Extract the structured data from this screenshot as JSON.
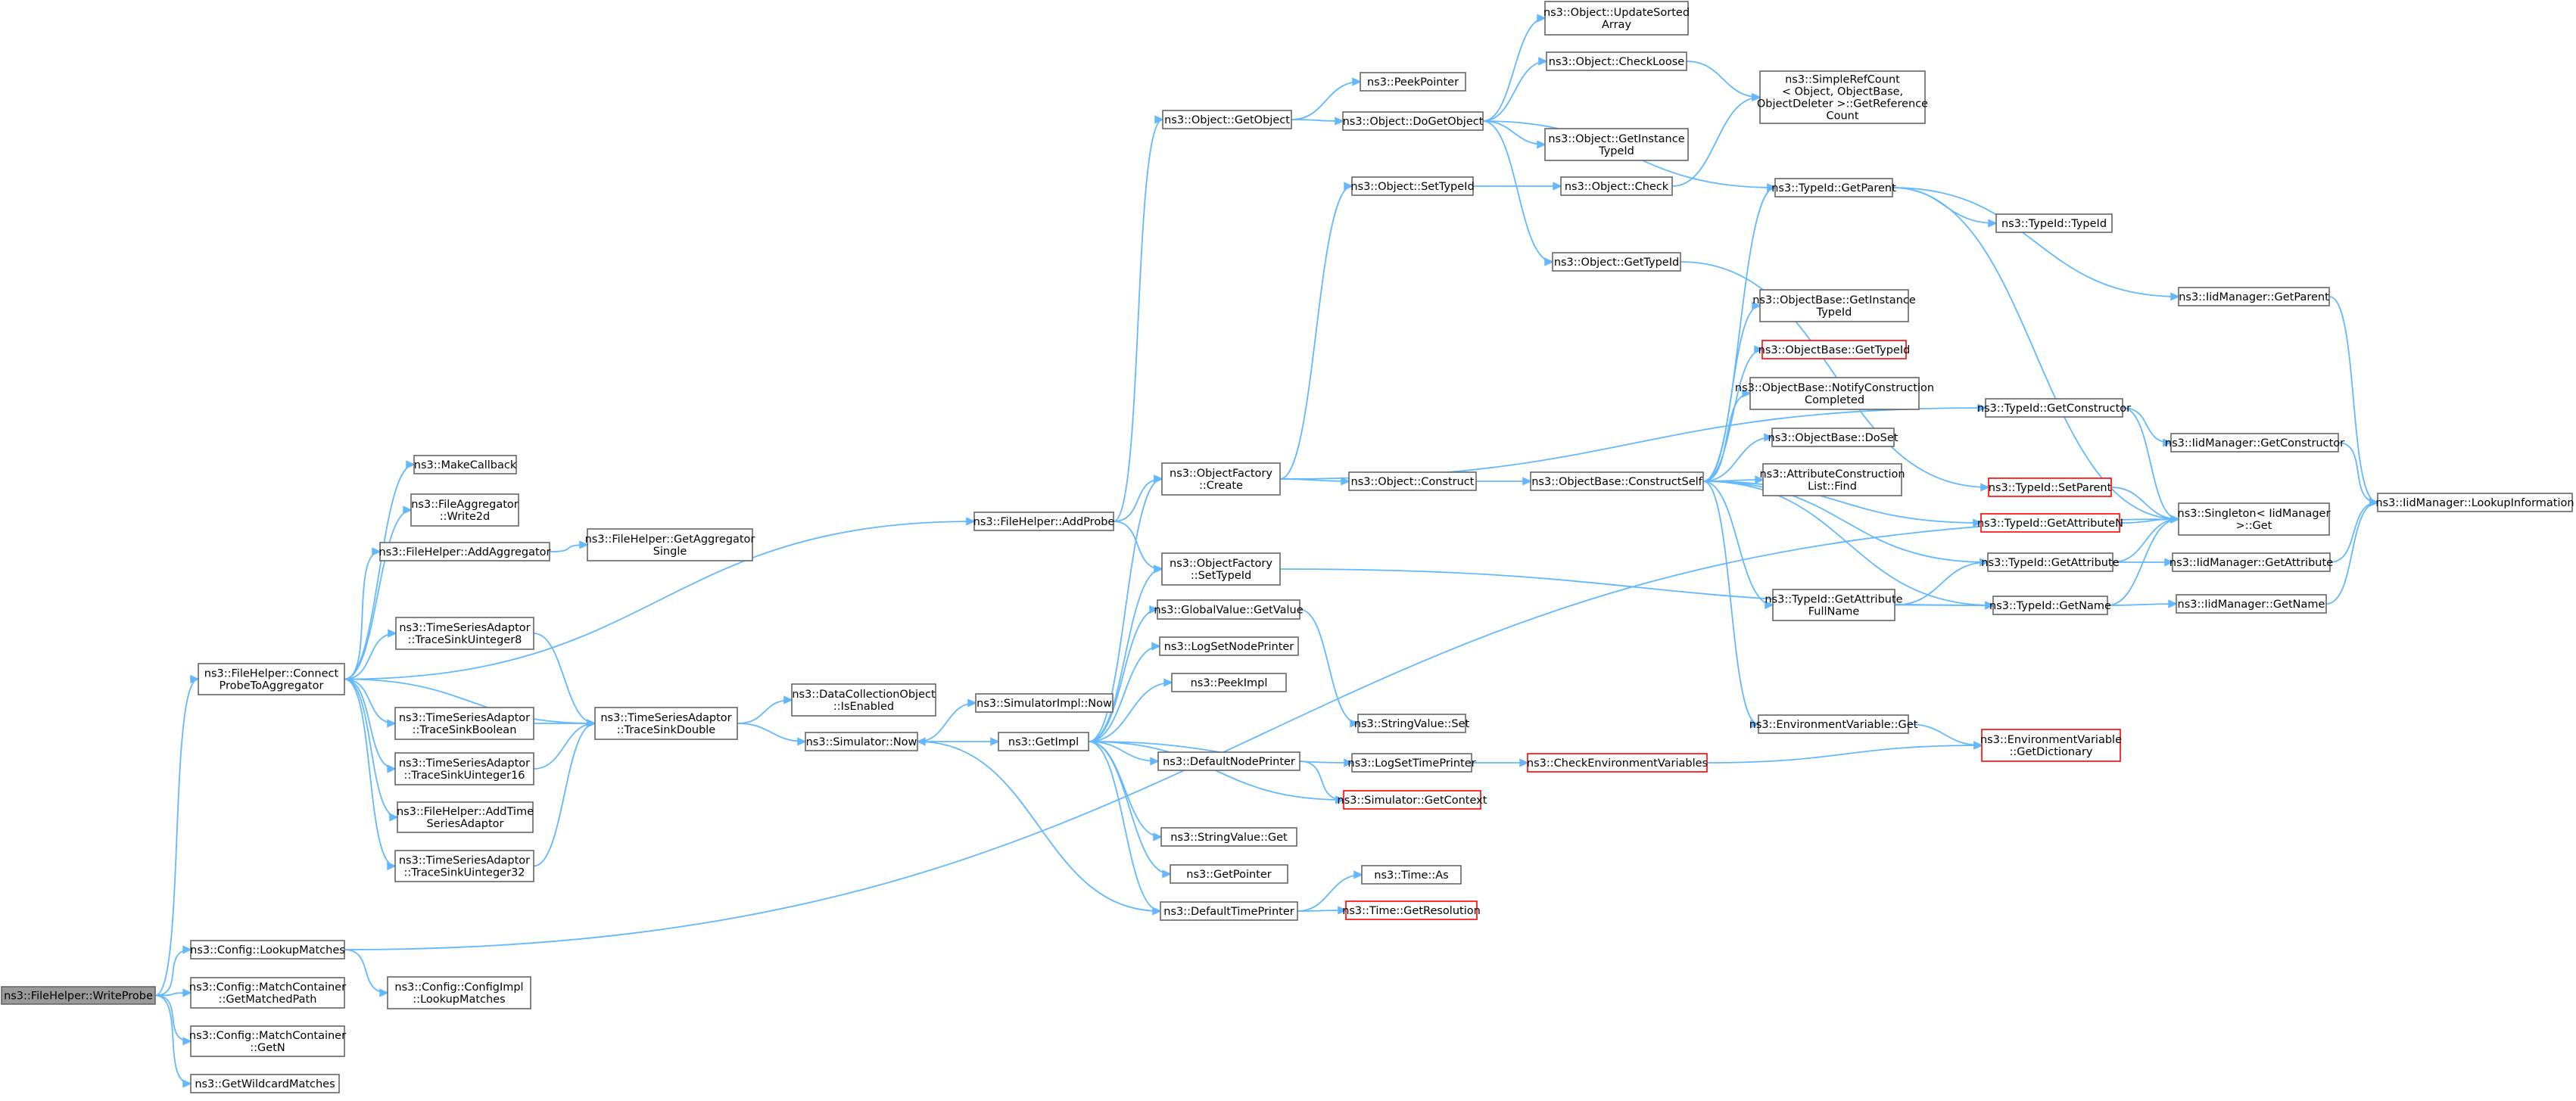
{
  "graph": {
    "edge_color": "#63b8ff",
    "node_border_color": "#666666",
    "external_border_color": "#ff0000",
    "root_fill_color": "#999999",
    "nodes": [
      {
        "id": "root",
        "lines": [
          "ns3::FileHelper::WriteProbe"
        ],
        "kind": "root"
      },
      {
        "id": "connectProbe",
        "lines": [
          "ns3::FileHelper::Connect",
          "ProbeToAggregator"
        ]
      },
      {
        "id": "lookupMatches",
        "lines": [
          "ns3::Config::LookupMatches"
        ]
      },
      {
        "id": "getMatchedPath",
        "lines": [
          "ns3::Config::MatchContainer",
          "::GetMatchedPath"
        ]
      },
      {
        "id": "getN",
        "lines": [
          "ns3::Config::MatchContainer",
          "::GetN"
        ]
      },
      {
        "id": "getWildcard",
        "lines": [
          "ns3::GetWildcardMatches"
        ]
      },
      {
        "id": "configImplLookup",
        "lines": [
          "ns3::Config::ConfigImpl",
          "::LookupMatches"
        ]
      },
      {
        "id": "makeCallback",
        "lines": [
          "ns3::MakeCallback"
        ]
      },
      {
        "id": "write2d",
        "lines": [
          "ns3::FileAggregator",
          "::Write2d"
        ]
      },
      {
        "id": "addAggregator",
        "lines": [
          "ns3::FileHelper::AddAggregator"
        ]
      },
      {
        "id": "getAggSingle",
        "lines": [
          "ns3::FileHelper::GetAggregator",
          "Single"
        ]
      },
      {
        "id": "traceU8",
        "lines": [
          "ns3::TimeSeriesAdaptor",
          "::TraceSinkUinteger8"
        ]
      },
      {
        "id": "traceBool",
        "lines": [
          "ns3::TimeSeriesAdaptor",
          "::TraceSinkBoolean"
        ]
      },
      {
        "id": "traceU16",
        "lines": [
          "ns3::TimeSeriesAdaptor",
          "::TraceSinkUinteger16"
        ]
      },
      {
        "id": "addTimeSeries",
        "lines": [
          "ns3::FileHelper::AddTime",
          "SeriesAdaptor"
        ]
      },
      {
        "id": "traceU32",
        "lines": [
          "ns3::TimeSeriesAdaptor",
          "::TraceSinkUinteger32"
        ]
      },
      {
        "id": "traceDouble",
        "lines": [
          "ns3::TimeSeriesAdaptor",
          "::TraceSinkDouble"
        ]
      },
      {
        "id": "isEnabled",
        "lines": [
          "ns3::DataCollectionObject",
          "::IsEnabled"
        ]
      },
      {
        "id": "simNow",
        "lines": [
          "ns3::Simulator::Now"
        ]
      },
      {
        "id": "simImplNow",
        "lines": [
          "ns3::SimulatorImpl::Now"
        ]
      },
      {
        "id": "addProbe",
        "lines": [
          "ns3::FileHelper::AddProbe"
        ]
      },
      {
        "id": "getImpl",
        "lines": [
          "ns3::GetImpl"
        ]
      },
      {
        "id": "ofCreate",
        "lines": [
          "ns3::ObjectFactory",
          "::Create"
        ]
      },
      {
        "id": "ofSetTypeId",
        "lines": [
          "ns3::ObjectFactory",
          "::SetTypeId"
        ]
      },
      {
        "id": "gvGetValue",
        "lines": [
          "ns3::GlobalValue::GetValue"
        ]
      },
      {
        "id": "logSetNode",
        "lines": [
          "ns3::LogSetNodePrinter"
        ]
      },
      {
        "id": "peekImpl",
        "lines": [
          "ns3::PeekImpl"
        ]
      },
      {
        "id": "defaultNode",
        "lines": [
          "ns3::DefaultNodePrinter"
        ]
      },
      {
        "id": "strGet",
        "lines": [
          "ns3::StringValue::Get"
        ]
      },
      {
        "id": "getPointer",
        "lines": [
          "ns3::GetPointer"
        ]
      },
      {
        "id": "defaultTime",
        "lines": [
          "ns3::DefaultTimePrinter"
        ]
      },
      {
        "id": "objGetObject",
        "lines": [
          "ns3::Object::GetObject"
        ]
      },
      {
        "id": "peekPointer",
        "lines": [
          "ns3::PeekPointer"
        ]
      },
      {
        "id": "doGetObject",
        "lines": [
          "ns3::Object::DoGetObject"
        ]
      },
      {
        "id": "updateSorted",
        "lines": [
          "ns3::Object::UpdateSorted",
          "Array"
        ]
      },
      {
        "id": "checkLoose",
        "lines": [
          "ns3::Object::CheckLoose"
        ]
      },
      {
        "id": "getInstanceTypeId",
        "lines": [
          "ns3::Object::GetInstance",
          "TypeId"
        ]
      },
      {
        "id": "simpleRef",
        "lines": [
          "ns3::SimpleRefCount",
          "< Object, ObjectBase,",
          "ObjectDeleter >::GetReference",
          "Count"
        ]
      },
      {
        "id": "objSetTypeId",
        "lines": [
          "ns3::Object::SetTypeId"
        ]
      },
      {
        "id": "objCheck",
        "lines": [
          "ns3::Object::Check"
        ]
      },
      {
        "id": "objGetTypeId",
        "lines": [
          "ns3::Object::GetTypeId"
        ]
      },
      {
        "id": "objConstruct",
        "lines": [
          "ns3::Object::Construct"
        ]
      },
      {
        "id": "constructSelf",
        "lines": [
          "ns3::ObjectBase::ConstructSelf"
        ]
      },
      {
        "id": "strSet",
        "lines": [
          "ns3::StringValue::Set"
        ]
      },
      {
        "id": "logSetTime",
        "lines": [
          "ns3::LogSetTimePrinter"
        ]
      },
      {
        "id": "checkEnv",
        "lines": [
          "ns3::CheckEnvironmentVariables"
        ],
        "kind": "ext"
      },
      {
        "id": "simGetContext",
        "lines": [
          "ns3::Simulator::GetContext"
        ],
        "kind": "ext"
      },
      {
        "id": "timeAs",
        "lines": [
          "ns3::Time::As"
        ]
      },
      {
        "id": "timeGetRes",
        "lines": [
          "ns3::Time::GetResolution"
        ],
        "kind": "ext"
      },
      {
        "id": "tidGetParent",
        "lines": [
          "ns3::TypeId::GetParent"
        ]
      },
      {
        "id": "obGetInstance",
        "lines": [
          "ns3::ObjectBase::GetInstance",
          "TypeId"
        ]
      },
      {
        "id": "obGetTypeId",
        "lines": [
          "ns3::ObjectBase::GetTypeId"
        ],
        "kind": "ext"
      },
      {
        "id": "obNotify",
        "lines": [
          "ns3::ObjectBase::NotifyConstruction",
          "Completed"
        ]
      },
      {
        "id": "obDoSet",
        "lines": [
          "ns3::ObjectBase::DoSet"
        ]
      },
      {
        "id": "attrFind",
        "lines": [
          "ns3::AttributeConstruction",
          "List::Find"
        ]
      },
      {
        "id": "tidGetAttrFull",
        "lines": [
          "ns3::TypeId::GetAttribute",
          "FullName"
        ]
      },
      {
        "id": "envGet",
        "lines": [
          "ns3::EnvironmentVariable::Get"
        ]
      },
      {
        "id": "tidTypeId",
        "lines": [
          "ns3::TypeId::TypeId"
        ]
      },
      {
        "id": "tidGetConstructor",
        "lines": [
          "ns3::TypeId::GetConstructor"
        ]
      },
      {
        "id": "tidSetParent",
        "lines": [
          "ns3::TypeId::SetParent"
        ],
        "kind": "ext"
      },
      {
        "id": "tidGetAttrN",
        "lines": [
          "ns3::TypeId::GetAttributeN"
        ],
        "kind": "ext"
      },
      {
        "id": "tidGetAttr",
        "lines": [
          "ns3::TypeId::GetAttribute"
        ]
      },
      {
        "id": "tidGetName",
        "lines": [
          "ns3::TypeId::GetName"
        ]
      },
      {
        "id": "envGetDict",
        "lines": [
          "ns3::EnvironmentVariable",
          "::GetDictionary"
        ],
        "kind": "ext"
      },
      {
        "id": "singletonGet",
        "lines": [
          "ns3::Singleton< IidManager",
          ">::Get"
        ]
      },
      {
        "id": "iidGetParent",
        "lines": [
          "ns3::IidManager::GetParent"
        ]
      },
      {
        "id": "iidGetConstructor",
        "lines": [
          "ns3::IidManager::GetConstructor"
        ]
      },
      {
        "id": "iidGetAttr",
        "lines": [
          "ns3::IidManager::GetAttribute"
        ]
      },
      {
        "id": "iidGetName",
        "lines": [
          "ns3::IidManager::GetName"
        ]
      },
      {
        "id": "iidLookup",
        "lines": [
          "ns3::IidManager::LookupInformation"
        ]
      }
    ]
  }
}
